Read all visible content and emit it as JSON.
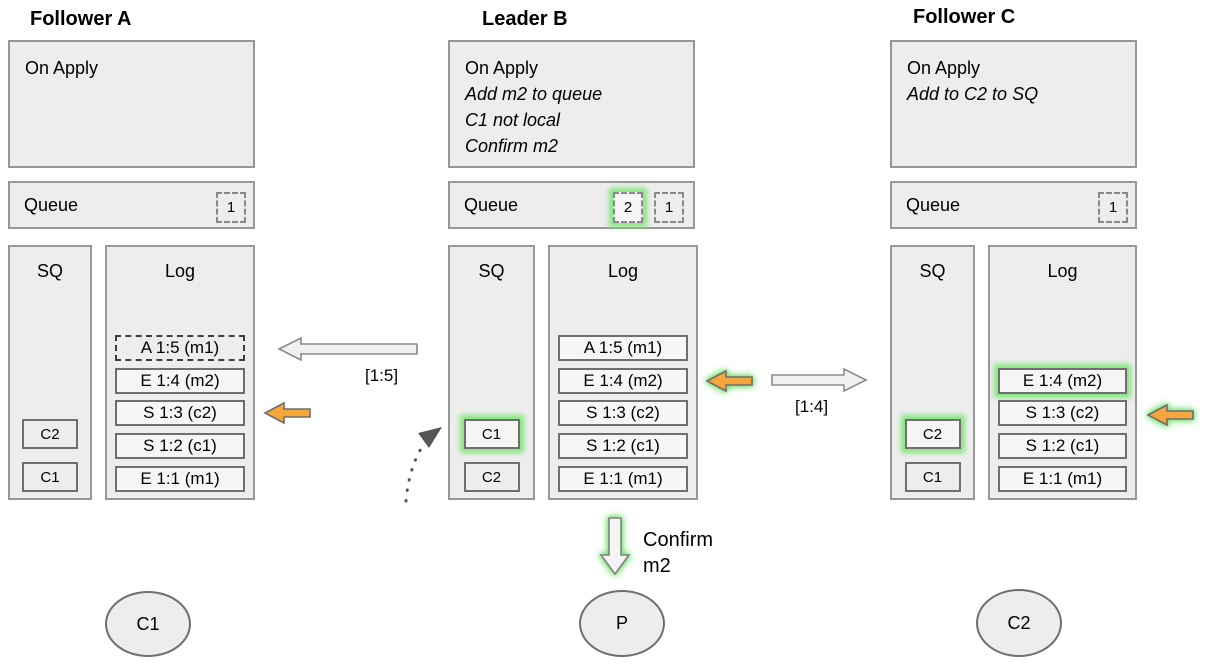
{
  "panels": [
    {
      "title": "Follower A",
      "on_apply_heading": "On Apply",
      "on_apply_notes": [],
      "queue_label": "Queue",
      "queue_items": [
        {
          "value": "1"
        }
      ],
      "sq_label": "SQ",
      "sq_items": [
        {
          "value": "C2"
        },
        {
          "value": "C1"
        }
      ],
      "log_label": "Log",
      "log_entries": [
        {
          "text": "A 1:5 (m1)"
        },
        {
          "text": "E 1:4 (m2)"
        },
        {
          "text": "S 1:3 (c2)"
        },
        {
          "text": "S 1:2 (c1)"
        },
        {
          "text": "E 1:1 (m1)"
        }
      ],
      "client": "C1"
    },
    {
      "title": "Leader B",
      "on_apply_heading": "On Apply",
      "on_apply_notes": [
        "Add m2 to queue",
        "C1 not local",
        "Confirm m2"
      ],
      "queue_label": "Queue",
      "queue_items": [
        {
          "value": "2"
        },
        {
          "value": "1"
        }
      ],
      "sq_label": "SQ",
      "sq_items": [
        {
          "value": "C1"
        },
        {
          "value": "C2"
        }
      ],
      "log_label": "Log",
      "log_entries": [
        {
          "text": "A 1:5 (m1)"
        },
        {
          "text": "E 1:4 (m2)"
        },
        {
          "text": "S 1:3 (c2)"
        },
        {
          "text": "S 1:2 (c1)"
        },
        {
          "text": "E 1:1 (m1)"
        }
      ],
      "client": "P"
    },
    {
      "title": "Follower C",
      "on_apply_heading": "On Apply",
      "on_apply_notes": [
        "Add to C2 to SQ"
      ],
      "queue_label": "Queue",
      "queue_items": [
        {
          "value": "1"
        }
      ],
      "sq_label": "SQ",
      "sq_items": [
        {
          "value": "C2"
        },
        {
          "value": "C1"
        }
      ],
      "log_label": "Log",
      "log_entries": [
        {
          "text": "E 1:4 (m2)"
        },
        {
          "text": "S 1:3 (c2)"
        },
        {
          "text": "S 1:2 (c1)"
        },
        {
          "text": "E 1:1 (m1)"
        }
      ],
      "client": "C2"
    }
  ],
  "messages": {
    "replicate_to_a": "[1:5]",
    "replicate_to_c": "[1:4]",
    "confirm_line1": "Confirm",
    "confirm_line2": "m2"
  },
  "colors": {
    "box_fill": "#ededed",
    "box_border": "#979797",
    "entry_border": "#6f6f6f",
    "orange_arrow": "#f5a73b",
    "green_glow": "#84e67e",
    "white_arrow_fill": "#f0f0f0",
    "white_arrow_border": "#8a8a8a"
  }
}
